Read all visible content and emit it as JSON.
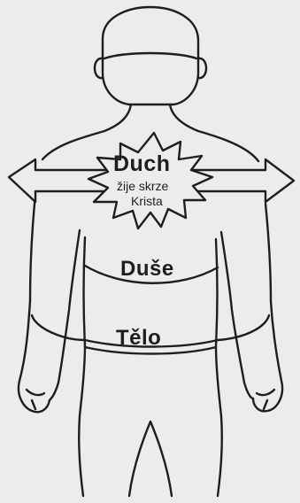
{
  "labels": {
    "spirit": "Duch",
    "spirit_sub_line1": "žije skrze",
    "spirit_sub_line2": "Krista",
    "soul": "Duše",
    "body": "Tělo"
  },
  "colors": {
    "background": "#ececea",
    "ink": "#1e1e1e"
  },
  "icons": {
    "arrows": "double-arrow-icon",
    "starburst": "starburst-icon"
  }
}
